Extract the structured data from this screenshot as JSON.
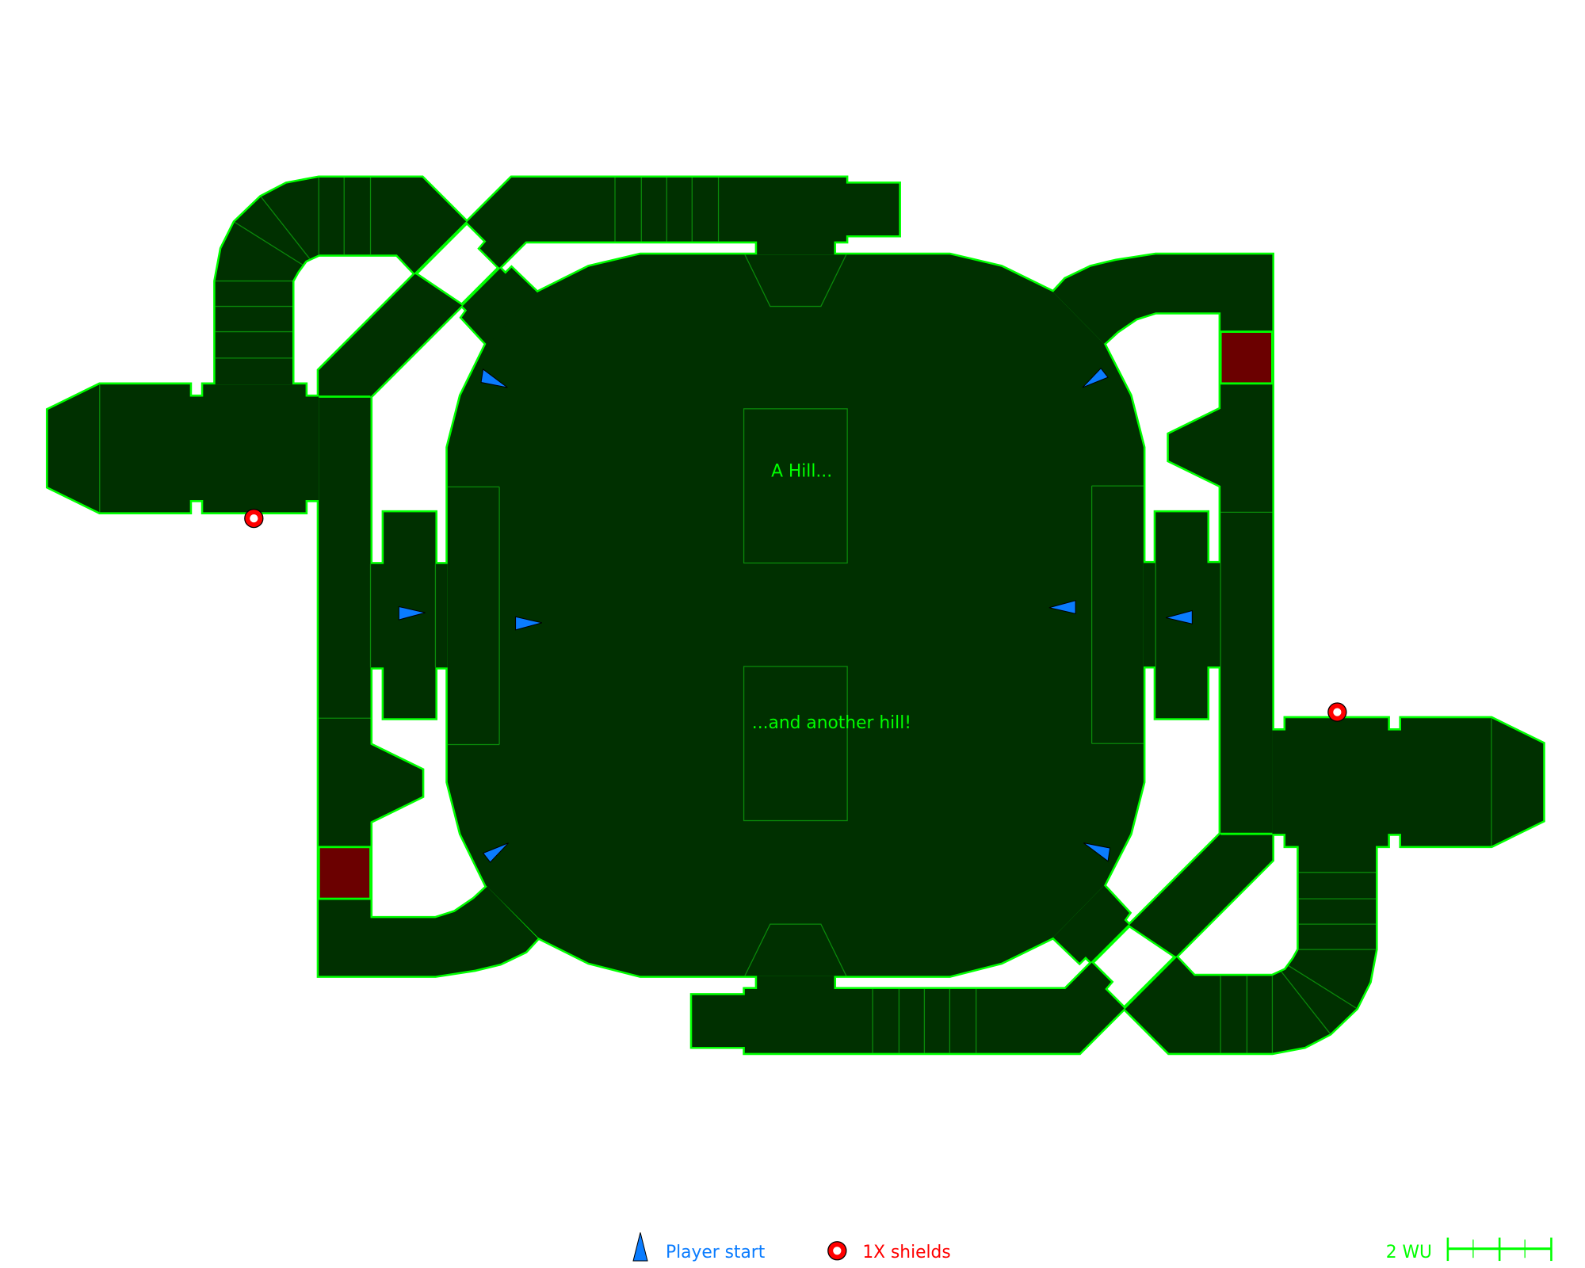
{
  "map": {
    "labels": {
      "hill_1": "A Hill...",
      "hill_2": "...and another hill!"
    },
    "colors": {
      "floor": "#003000",
      "wall": "#00ff00",
      "interior_line": "#0a8a0a",
      "hazard": "#6b0000",
      "player_start": "#0a7cff",
      "shield": "#ff0000",
      "background": "#ffffff"
    },
    "items": {
      "player_starts": 8,
      "shields": 2
    }
  },
  "legend": {
    "player_start_label": "Player start",
    "shield_label": "1X shields",
    "scale_label": "2 WU",
    "scale_divisions": 4
  }
}
